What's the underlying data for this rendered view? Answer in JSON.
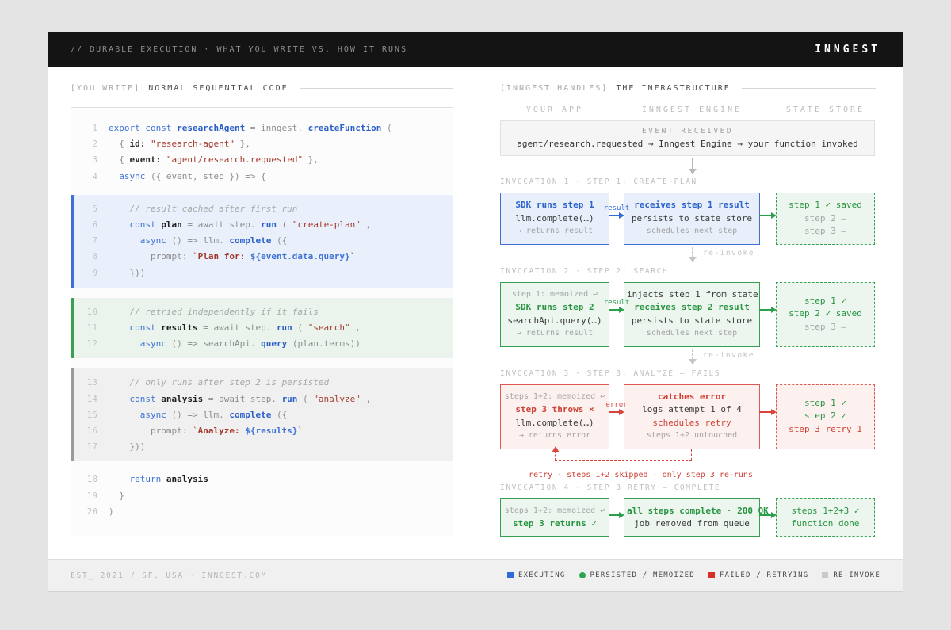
{
  "header": {
    "title": "// DURABLE EXECUTION  ·  WHAT YOU WRITE VS. HOW IT RUNS",
    "brand": "INNGEST"
  },
  "left_panel": {
    "tag": "[YOU WRITE]",
    "title": "NORMAL SEQUENTIAL CODE",
    "code_blocks": [
      {
        "theme": "plain",
        "lines": [
          {
            "n": 1,
            "tokens": [
              [
                "kw",
                "export const "
              ],
              [
                "fn",
                "researchAgent"
              ],
              [
                "gr",
                " = inngest. "
              ],
              [
                "fn",
                "createFunction"
              ],
              [
                "gr",
                " ("
              ]
            ]
          },
          {
            "n": 2,
            "tokens": [
              [
                "gr",
                "  { "
              ],
              [
                "prop",
                "id:"
              ],
              [
                "gr",
                " "
              ],
              [
                "str",
                "\"research-agent\""
              ],
              [
                "gr",
                " },"
              ]
            ]
          },
          {
            "n": 3,
            "tokens": [
              [
                "gr",
                "  { "
              ],
              [
                "prop",
                "event:"
              ],
              [
                "gr",
                " "
              ],
              [
                "str",
                "\"agent/research.requested\""
              ],
              [
                "gr",
                " },"
              ]
            ]
          },
          {
            "n": 4,
            "tokens": [
              [
                "kw",
                "  async"
              ],
              [
                "gr",
                " ({ event, step }) => {"
              ]
            ]
          }
        ]
      },
      {
        "theme": "blue",
        "lines": [
          {
            "n": 5,
            "tokens": [
              [
                "cmt",
                "    // result cached after first run"
              ]
            ]
          },
          {
            "n": 6,
            "tokens": [
              [
                "kw",
                "    const "
              ],
              [
                "var",
                "plan"
              ],
              [
                "gr",
                " = await step. "
              ],
              [
                "fn",
                "run"
              ],
              [
                "gr",
                " ( "
              ],
              [
                "str",
                "\"create-plan\""
              ],
              [
                "gr",
                " ,"
              ]
            ]
          },
          {
            "n": 7,
            "tokens": [
              [
                "kw",
                "      async"
              ],
              [
                "gr",
                " () => llm. "
              ],
              [
                "fn",
                "complete"
              ],
              [
                "gr",
                " ({"
              ]
            ]
          },
          {
            "n": 8,
            "tokens": [
              [
                "gr",
                "        prompt: "
              ],
              [
                "str",
                "`"
              ],
              [
                "strb",
                "Plan for: "
              ],
              [
                "interp",
                "${event.data.query}"
              ],
              [
                "str",
                "`"
              ]
            ]
          },
          {
            "n": 9,
            "tokens": [
              [
                "gr",
                "    }))"
              ]
            ]
          }
        ]
      },
      {
        "theme": "green",
        "lines": [
          {
            "n": 10,
            "tokens": [
              [
                "cmt",
                "    // retried independently if it fails"
              ]
            ]
          },
          {
            "n": 11,
            "tokens": [
              [
                "kw",
                "    const "
              ],
              [
                "var",
                "results"
              ],
              [
                "gr",
                " = await step. "
              ],
              [
                "fn",
                "run"
              ],
              [
                "gr",
                " ( "
              ],
              [
                "str",
                "\"search\""
              ],
              [
                "gr",
                " ,"
              ]
            ]
          },
          {
            "n": 12,
            "tokens": [
              [
                "kw",
                "      async"
              ],
              [
                "gr",
                " () => searchApi. "
              ],
              [
                "fn",
                "query"
              ],
              [
                "gr",
                " (plan.terms))"
              ]
            ]
          }
        ]
      },
      {
        "theme": "gray",
        "lines": [
          {
            "n": 13,
            "tokens": [
              [
                "cmt",
                "    // only runs after step 2 is persisted"
              ]
            ]
          },
          {
            "n": 14,
            "tokens": [
              [
                "kw",
                "    const "
              ],
              [
                "var",
                "analysis"
              ],
              [
                "gr",
                " = await step. "
              ],
              [
                "fn",
                "run"
              ],
              [
                "gr",
                " ( "
              ],
              [
                "str",
                "\"analyze\""
              ],
              [
                "gr",
                " ,"
              ]
            ]
          },
          {
            "n": 15,
            "tokens": [
              [
                "kw",
                "      async"
              ],
              [
                "gr",
                " () => llm. "
              ],
              [
                "fn",
                "complete"
              ],
              [
                "gr",
                " ({"
              ]
            ]
          },
          {
            "n": 16,
            "tokens": [
              [
                "gr",
                "        prompt: "
              ],
              [
                "str",
                "`"
              ],
              [
                "strb",
                "Analyze: "
              ],
              [
                "interp",
                "${results}"
              ],
              [
                "str",
                "`"
              ]
            ]
          },
          {
            "n": 17,
            "tokens": [
              [
                "gr",
                "    }))"
              ]
            ]
          }
        ]
      },
      {
        "theme": "plain",
        "lines": [
          {
            "n": 18,
            "tokens": [
              [
                "kw",
                "    return "
              ],
              [
                "var",
                "analysis"
              ]
            ]
          },
          {
            "n": 19,
            "tokens": [
              [
                "gr",
                "  }"
              ]
            ]
          },
          {
            "n": 20,
            "tokens": [
              [
                "gr",
                ")"
              ]
            ]
          }
        ]
      }
    ]
  },
  "right_panel": {
    "tag": "[INNGEST HANDLES]",
    "title": "THE INFRASTRUCTURE",
    "columns": [
      "YOUR APP",
      "INNGEST ENGINE",
      "STATE STORE"
    ],
    "event": {
      "title": "EVENT RECEIVED",
      "detail": "agent/research.requested → Inngest Engine → your function invoked"
    },
    "invocations": [
      {
        "label": "INVOCATION 1 · STEP 1: CREATE-PLAN",
        "arrow1": {
          "theme": "blue",
          "label": "result"
        },
        "arrow2": {
          "theme": "green"
        },
        "app": {
          "theme": "blue",
          "lines": [
            [
              "blue-b",
              "SDK runs step 1"
            ],
            [
              "dark",
              "llm.complete(…)"
            ],
            [
              "mut",
              "→ returns result"
            ]
          ]
        },
        "engine": {
          "theme": "blue",
          "lines": [
            [
              "blue-b",
              "receives step 1 result"
            ],
            [
              "dark",
              "persists to state store"
            ],
            [
              "mut",
              "schedules next step"
            ]
          ]
        },
        "state": {
          "theme": "green",
          "dashed": true,
          "lines": [
            [
              "green",
              "step 1 ✓ saved"
            ],
            [
              "mut-lg",
              "step 2 —"
            ],
            [
              "mut-lg",
              "step 3 —"
            ]
          ]
        },
        "after": {
          "type": "reinvoke",
          "label": "re-invoke"
        }
      },
      {
        "label": "INVOCATION 2 · STEP 2: SEARCH",
        "arrow1": {
          "theme": "green",
          "label": "result"
        },
        "arrow2": {
          "theme": "green"
        },
        "app": {
          "theme": "green",
          "lines": [
            [
              "mut",
              "step 1: memoized ↩"
            ],
            [
              "green-b",
              "SDK runs step 2"
            ],
            [
              "dark",
              "searchApi.query(…)"
            ],
            [
              "mut",
              "→ returns result"
            ]
          ]
        },
        "engine": {
          "theme": "green",
          "lines": [
            [
              "dark",
              "injects step 1 from state"
            ],
            [
              "green-b",
              "receives step 2 result"
            ],
            [
              "dark",
              "persists to state store"
            ],
            [
              "mut",
              "schedules next step"
            ]
          ]
        },
        "state": {
          "theme": "green",
          "dashed": true,
          "lines": [
            [
              "green",
              "step 1 ✓"
            ],
            [
              "green",
              "step 2 ✓ saved"
            ],
            [
              "mut-lg",
              "step 3 —"
            ]
          ]
        },
        "after": {
          "type": "reinvoke",
          "label": "re-invoke"
        }
      },
      {
        "label": "INVOCATION 3 · STEP 3: ANALYZE — FAILS",
        "arrow1": {
          "theme": "red",
          "label": "error"
        },
        "arrow2": {
          "theme": "red"
        },
        "app": {
          "theme": "red",
          "lines": [
            [
              "mut",
              "steps 1+2: memoized ↩"
            ],
            [
              "red-b",
              "step 3 throws ×"
            ],
            [
              "dark",
              "llm.complete(…)"
            ],
            [
              "mut",
              "→ returns error"
            ]
          ]
        },
        "engine": {
          "theme": "red",
          "lines": [
            [
              "red-b",
              "catches error"
            ],
            [
              "dark",
              "logs attempt 1 of 4"
            ],
            [
              "red",
              "schedules retry"
            ],
            [
              "mut",
              "steps 1+2 untouched"
            ]
          ]
        },
        "state": {
          "theme": "red",
          "dashed": true,
          "lines": [
            [
              "green",
              "step 1 ✓"
            ],
            [
              "green",
              "step 2 ✓"
            ],
            [
              "red",
              "step 3 retry 1"
            ]
          ]
        },
        "after": {
          "type": "retry",
          "label": "retry · steps 1+2 skipped · only step 3 re-runs"
        }
      },
      {
        "label": "INVOCATION 4 · STEP 3 RETRY — COMPLETE",
        "arrow1": {
          "theme": "green"
        },
        "arrow2": {
          "theme": "green"
        },
        "app": {
          "theme": "green",
          "lines": [
            [
              "mut",
              "steps 1+2: memoized ↩"
            ],
            [
              "green-b",
              "step 3 returns ✓"
            ]
          ]
        },
        "engine": {
          "theme": "green",
          "lines": [
            [
              "green-b",
              "all steps complete · 200 OK"
            ],
            [
              "dark",
              "job removed from queue"
            ]
          ]
        },
        "state": {
          "theme": "green",
          "dashed": true,
          "lines": [
            [
              "green",
              "steps 1+2+3 ✓"
            ],
            [
              "green",
              "function done"
            ]
          ]
        }
      }
    ]
  },
  "footer": {
    "left": "EST_ 2021 / SF, USA  ·  INNGEST.COM",
    "legend": [
      {
        "shape": "square",
        "color": "#2f6bdb",
        "label": "EXECUTING"
      },
      {
        "shape": "circle",
        "color": "#2da44e",
        "label": "PERSISTED / MEMOIZED"
      },
      {
        "shape": "square",
        "color": "#d93025",
        "label": "FAILED / RETRYING"
      },
      {
        "shape": "square",
        "color": "#c9c9c9",
        "label": "RE-INVOKE"
      }
    ]
  }
}
